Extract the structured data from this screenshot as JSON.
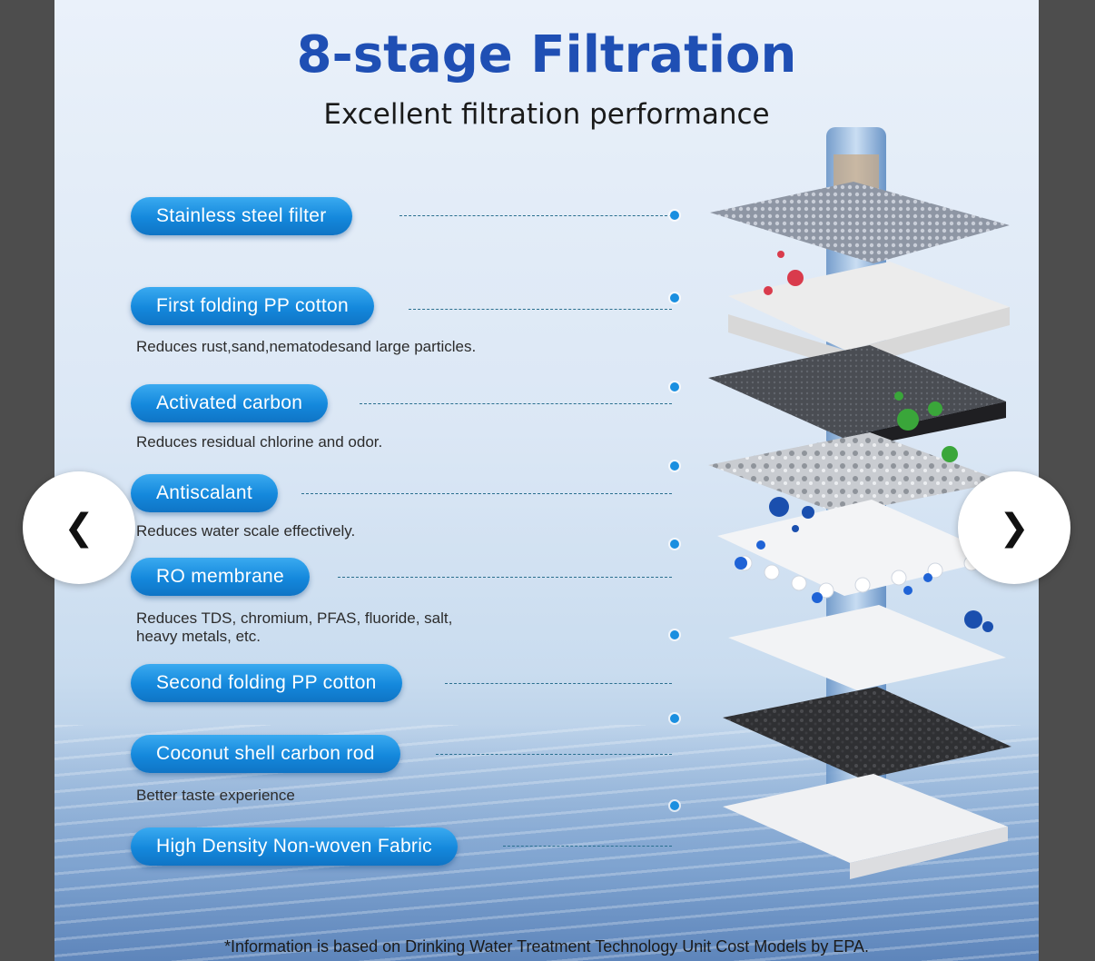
{
  "page": {
    "title": "8-stage Filtration",
    "subtitle": "Excellent filtration performance",
    "footnote": "*Information is based on Drinking Water Treatment Technology Unit Cost Models by EPA."
  },
  "stages": [
    {
      "label": "Stainless steel filter",
      "desc": ""
    },
    {
      "label": "First folding PP cotton",
      "desc": "Reduces rust,sand,nematodesand large particles."
    },
    {
      "label": "Activated carbon",
      "desc": "Reduces residual chlorine and odor."
    },
    {
      "label": "Antiscalant",
      "desc": "Reduces water scale effectively."
    },
    {
      "label": "RO membrane",
      "desc": "Reduces TDS, chromium, PFAS, fluoride, salt,\nheavy metals, etc."
    },
    {
      "label": "Second folding PP cotton",
      "desc": ""
    },
    {
      "label": "Coconut shell carbon rod",
      "desc": "Better taste experience"
    },
    {
      "label": "High Density Non-woven Fabric",
      "desc": ""
    }
  ],
  "nav": {
    "prev_icon": "chevron-left-icon",
    "next_icon": "chevron-right-icon",
    "prev_glyph": "❮",
    "next_glyph": "❯"
  },
  "colors": {
    "title": "#1f4fb4",
    "pill": "#1488dc",
    "connector": "#2a6f8f"
  }
}
